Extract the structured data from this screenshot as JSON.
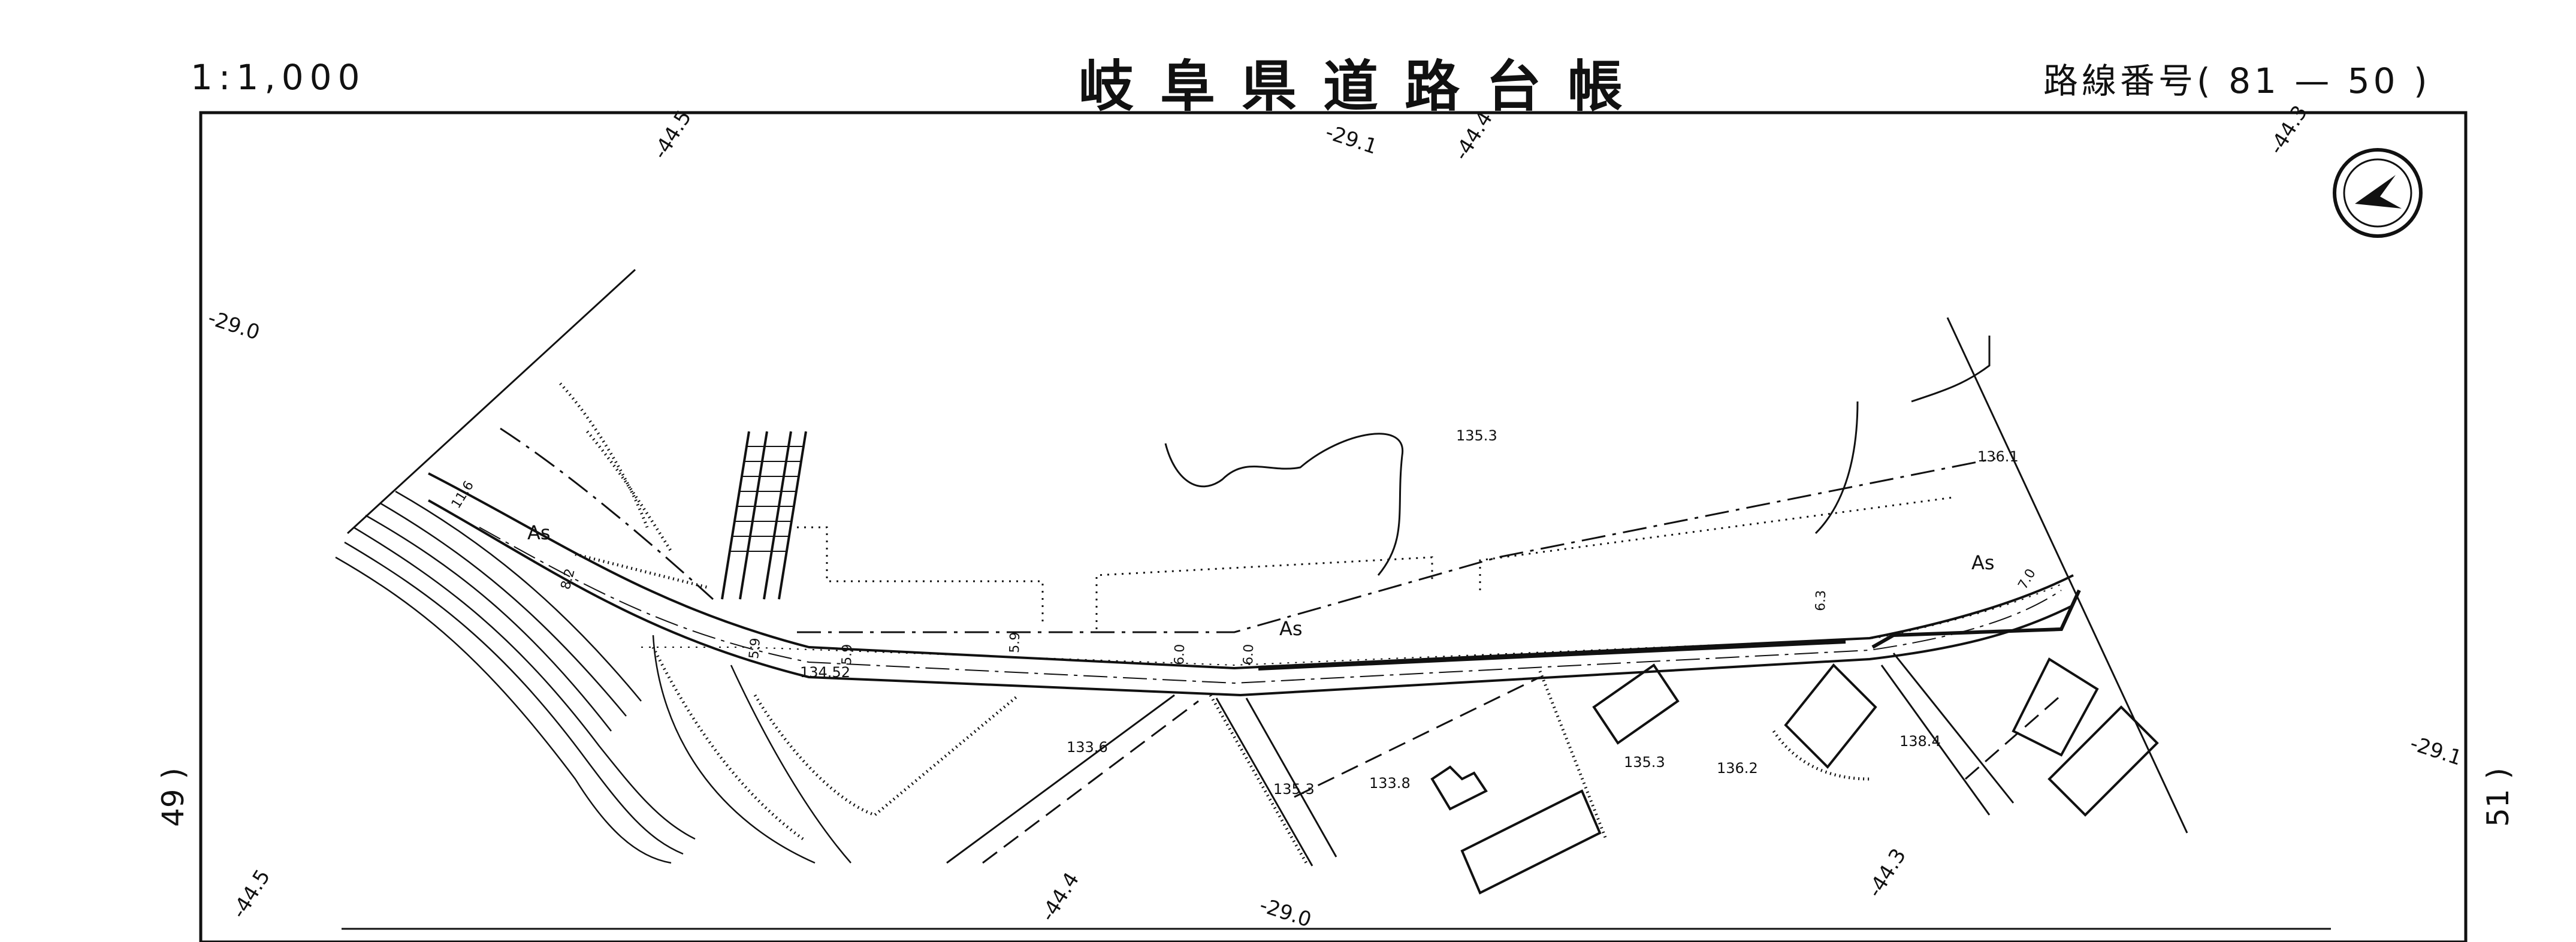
{
  "header": {
    "scale": "1:1,000",
    "title": "岐阜県道路台帳",
    "route_label": "路線番号(",
    "route_number": "81 — 50",
    "route_close": ")"
  },
  "sheet_refs": {
    "left": "49 )",
    "right": "51 )"
  },
  "grid_labels": [
    "-44.5",
    "-29.1",
    "-44.4",
    "-44.3",
    "-29.0",
    "-29.1",
    "-44.5",
    "-44.4",
    "-29.0",
    "-44.3"
  ],
  "road_labels": [
    "As",
    "As",
    "As"
  ],
  "elevations": [
    "135.3",
    "136.1",
    "134.52",
    "133.6",
    "135.3",
    "133.8",
    "135.3",
    "136.2",
    "138.4"
  ],
  "widths": [
    "11.6",
    "8.2",
    "5.9",
    "5.9",
    "5.9",
    "6.0",
    "6.0",
    "6.3",
    "7.0"
  ],
  "colors": {
    "ink": "#111111",
    "paper": "#ffffff"
  },
  "icons": {
    "north_arrow": "north-arrow-icon"
  }
}
